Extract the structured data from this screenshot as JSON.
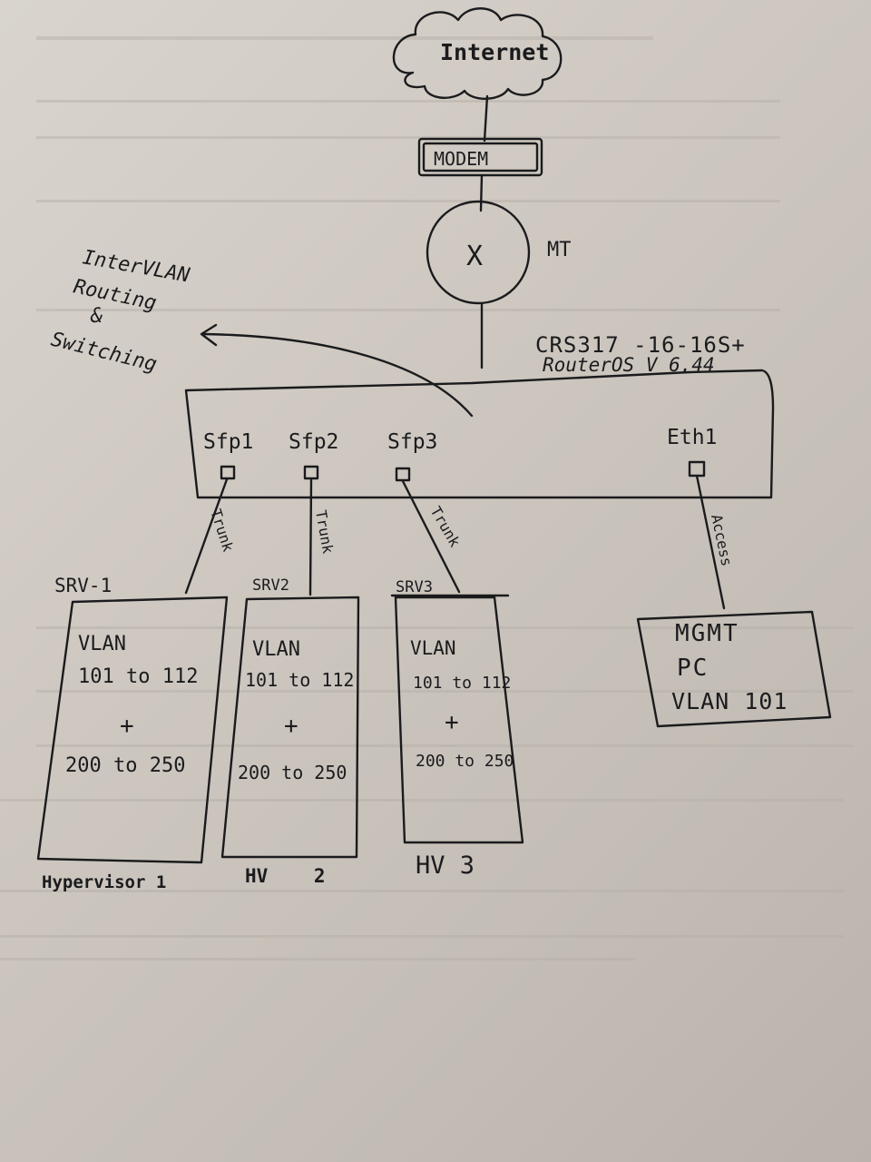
{
  "cloud": {
    "label": "Internet"
  },
  "modem": {
    "label": "MODEM"
  },
  "router": {
    "symbol": "X",
    "label": "MT"
  },
  "annotation": {
    "line1": "InterVLAN",
    "line2": "Routing",
    "line3": "&",
    "line4": "Switching"
  },
  "switch": {
    "model": "CRS317 -16-16S+",
    "os": "RouterOS   V 6.44",
    "ports": [
      {
        "label": "Sfp1"
      },
      {
        "label": "Sfp2"
      },
      {
        "label": "Sfp3"
      },
      {
        "label": "Eth1"
      }
    ]
  },
  "links": [
    {
      "label": "Trunk"
    },
    {
      "label": "Trunk"
    },
    {
      "label": "Trunk"
    },
    {
      "label": "Access"
    }
  ],
  "servers": [
    {
      "name": "SRV-1",
      "vlan": "VLAN",
      "range1": "101 to 112",
      "plus": "+",
      "range2": "200 to 250",
      "footer": "Hypervisor 1"
    },
    {
      "name": "SRV2",
      "vlan": "VLAN",
      "range1": "101 to 112",
      "plus": "+",
      "range2": "200 to 250",
      "footer": "HV    2"
    },
    {
      "name": "SRV3",
      "vlan": "VLAN",
      "range1": "101 to 112",
      "plus": "+",
      "range2": "200 to 250",
      "footer": "HV 3"
    }
  ],
  "mgmt_pc": {
    "line1": "MGMT",
    "line2": "PC",
    "line3": "VLAN 101"
  },
  "colors": {
    "ink": "#1b1b1d",
    "paper": "#d4cfc8"
  }
}
